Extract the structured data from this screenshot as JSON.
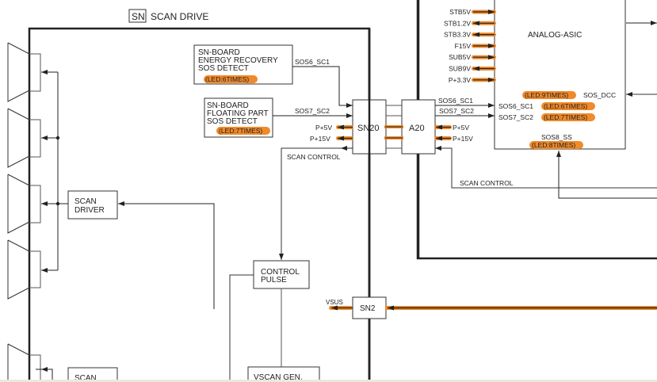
{
  "title": {
    "badge": "SN",
    "label": "SCAN DRIVE"
  },
  "blocks": {
    "energy_recovery": {
      "lines": [
        "SN-BOARD",
        "ENERGY RECOVERY",
        "SOS DETECT"
      ],
      "led": "(LED:6TIMES)"
    },
    "floating_part": {
      "lines": [
        "SN-BOARD",
        "FLOATING PART",
        "SOS DETECT"
      ],
      "led": "(LED:7TIMES)"
    },
    "scan_driver": {
      "lines": [
        "SCAN",
        "DRIVER"
      ]
    },
    "scan_bottom": {
      "lines": [
        "SCAN"
      ]
    },
    "control_pulse": {
      "lines": [
        "CONTROL",
        "PULSE"
      ]
    },
    "vscan_gen": {
      "lines": [
        "VSCAN GEN."
      ]
    },
    "sn20": "SN20",
    "a20": "A20",
    "sn2": "SN2",
    "analog_asic": "ANALOG-ASIC"
  },
  "signals": {
    "sos6_sc1": "SOS6_SC1",
    "sos7_sc2": "SOS7_SC2",
    "p5v": "P+5V",
    "p15v": "P+15V",
    "scan_control": "SCAN CONTROL",
    "vsus": "VSUS",
    "sos_dcc": "SOS_DCC",
    "sos8_ss": "SOS8_SS"
  },
  "asic": {
    "power_inputs": [
      {
        "label": "STB5V",
        "direction": "in"
      },
      {
        "label": "STB1.2V",
        "direction": "out"
      },
      {
        "label": "STB3.3V",
        "direction": "out"
      },
      {
        "label": "F15V",
        "direction": "in"
      },
      {
        "label": "SUB5V",
        "direction": "in"
      },
      {
        "label": "SUB9V",
        "direction": "out"
      },
      {
        "label": "P+3.3V",
        "direction": "in"
      }
    ],
    "led_9": "(LED:9TIMES)",
    "led_6": "(LED:6TIMES)",
    "led_7": "(LED:7TIMES)",
    "led_8": "(LED:8TIMES)"
  },
  "colors": {
    "highlight": "#f08a2a",
    "line": "#222222"
  }
}
